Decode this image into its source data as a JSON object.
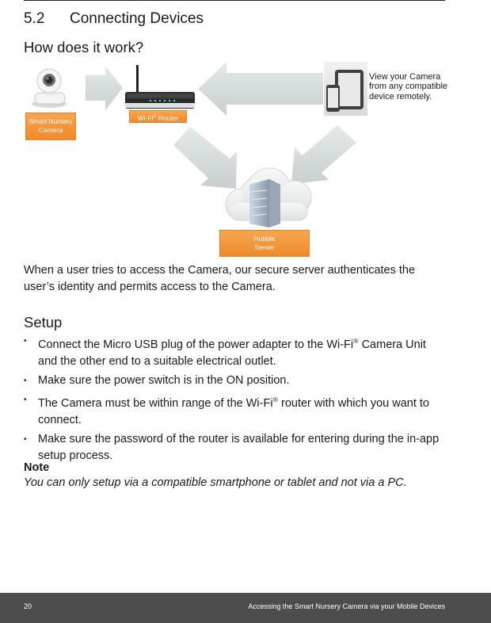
{
  "section": {
    "number": "5.2",
    "title": "Connecting Devices"
  },
  "how_heading": "How does it work?",
  "diagram": {
    "camera_label_line1": "Smart Nursery",
    "camera_label_line2": "Camera",
    "router_label": "Wi-Fi",
    "router_label_suffix": "Router",
    "router_label_mark": "®",
    "server_label_line1": "Hubble",
    "server_label_line2": "Server",
    "remote_text": "View your Camera from any compatible device remotely."
  },
  "intro_paragraph": "When a user tries to access the Camera, our secure server authenticates the user’s identity and permits access to the Camera.",
  "setup_heading": "Setup",
  "bullets": [
    {
      "pre": "Connect the Micro USB plug of the power adapter to the Wi-Fi",
      "mark": "®",
      "post": " Camera Unit and the other end to a suitable electrical outlet."
    },
    {
      "pre": "Make sure the power switch is in the ON position.",
      "mark": "",
      "post": ""
    },
    {
      "pre": "The Camera must be within range of the Wi-Fi",
      "mark": "®",
      "post": " router with which you want to connect."
    },
    {
      "pre": "Make sure the password of the router is available for entering during the in-app setup process.",
      "mark": "",
      "post": ""
    }
  ],
  "note": {
    "title": "Note",
    "body": "You can only setup via a compatible smartphone or tablet and not via a PC."
  },
  "footer": {
    "page_number": "20",
    "title": "Accessing the Smart Nursery Camera via your Mobile Devices"
  },
  "colors": {
    "label_orange": "#f08a2a",
    "arrow_gray": "#d4dadb",
    "footer_bg": "#4d4d4d"
  }
}
